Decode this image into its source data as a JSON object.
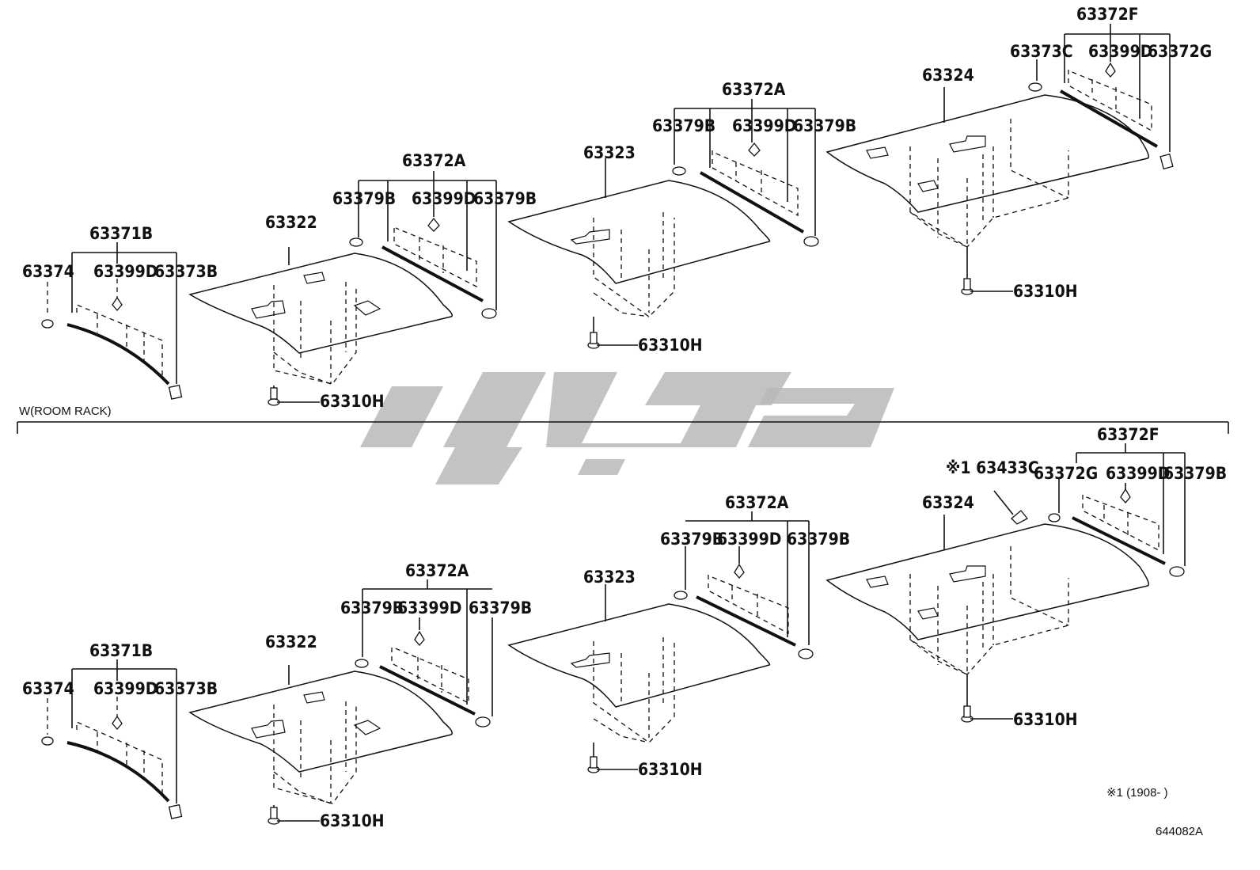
{
  "section_note": "W(ROOM RACK)",
  "footnote": "※1 (1908-      )",
  "diagram_code": "644082A",
  "top": {
    "labels": {
      "l1": "63371B",
      "l2": "63374",
      "l3": "63399D",
      "l4": "63373B",
      "l5": "63322",
      "l6": "63372A",
      "l7": "63379B",
      "l8": "63399D",
      "l9": "63379B",
      "l10": "63310H",
      "l11": "63323",
      "l12": "63372A",
      "l13": "63379B",
      "l14": "63399D",
      "l15": "63379B",
      "l16": "63310H",
      "l17": "63324",
      "l18": "63372F",
      "l19": "63373C",
      "l20": "63399D",
      "l21": "63372G",
      "l22": "63310H"
    }
  },
  "bottom": {
    "labels": {
      "l1": "63371B",
      "l2": "63374",
      "l3": "63399D",
      "l4": "63373B",
      "l5": "63322",
      "l6": "63372A",
      "l7": "63379B",
      "l8": "63399D",
      "l9": "63379B",
      "l10": "63310H",
      "l11": "63323",
      "l12": "63372A",
      "l13": "63379B",
      "l14": "63399D",
      "l15": "63379B",
      "l16": "63310H",
      "l17": "63324",
      "l18": "63372F",
      "l19": "※1 63433C",
      "l20": "63372G",
      "l21": "63399D",
      "l22": "63379B",
      "l23": "63310H"
    }
  }
}
